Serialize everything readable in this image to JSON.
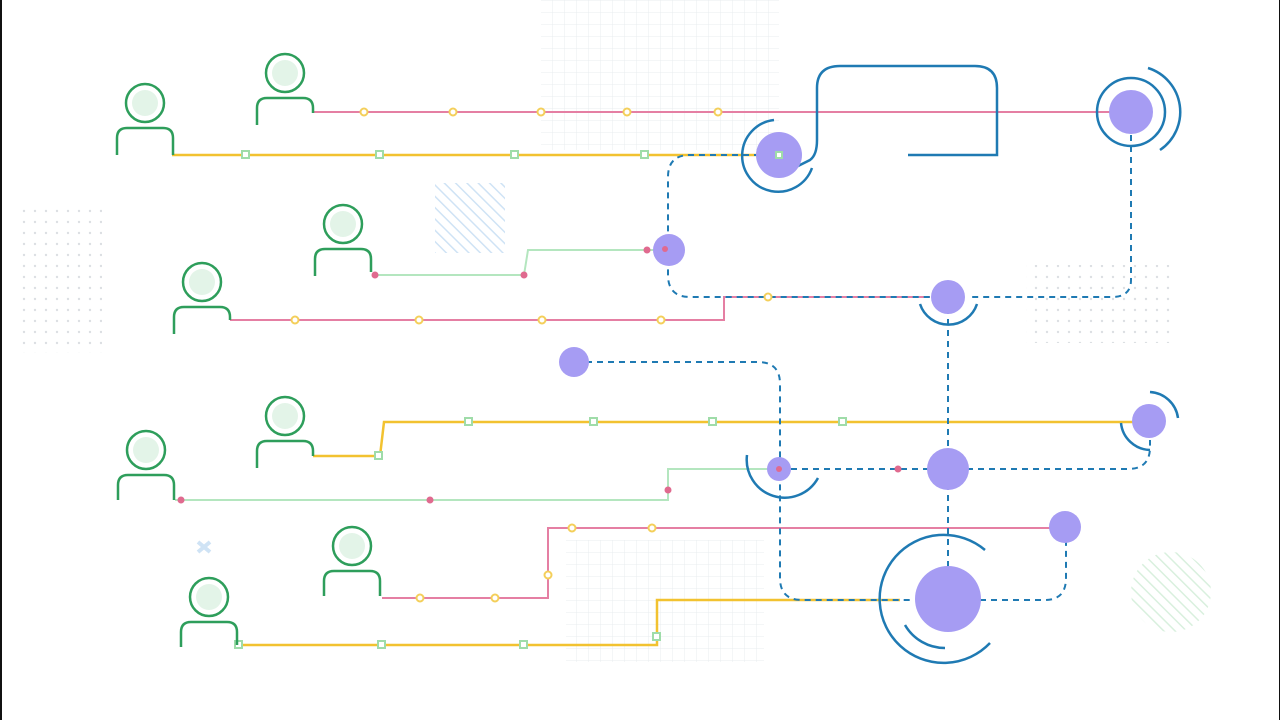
{
  "colors": {
    "background": "#ffffff",
    "user_icon": "#2e9e5b",
    "user_icon_fill": "#e3f4e8",
    "pink_line": "#e57fa3",
    "yellow_line": "#f2c230",
    "light_green_line": "#b4e6bf",
    "blue_line": "#1f7ab3",
    "hub_node": "#a69cf3",
    "yellow_marker": "#f4cf5a",
    "green_marker": "#9fdca9",
    "pink_marker": "#e06a8f",
    "grid": "#e9ecef"
  },
  "icons": {
    "user": "person-outline-icon",
    "hub": "circle-node-icon"
  },
  "users": [
    {
      "id": "user-1",
      "label": ""
    },
    {
      "id": "user-2",
      "label": ""
    },
    {
      "id": "user-3",
      "label": ""
    },
    {
      "id": "user-4",
      "label": ""
    },
    {
      "id": "user-5",
      "label": ""
    },
    {
      "id": "user-6",
      "label": ""
    },
    {
      "id": "user-7",
      "label": ""
    },
    {
      "id": "user-8",
      "label": ""
    }
  ]
}
